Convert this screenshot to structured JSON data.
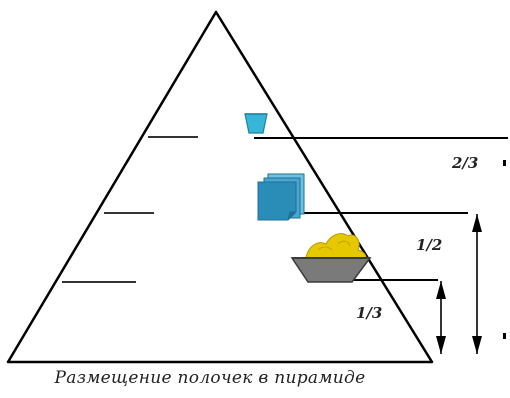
{
  "diagram": {
    "labels": {
      "two_thirds": "2/3",
      "one_half": "1/2",
      "one_third": "1/3"
    },
    "caption": "Размещение полочек в пирамиде"
  },
  "colors": {
    "outline": "#000000",
    "shelf": "#333333",
    "cup": "#38b6d8",
    "sheet_front": "#2a8db8",
    "sheet_back": "#6cc0e0",
    "bowl": "#7a7a7a",
    "fill": "#e6c800"
  },
  "icons": [
    "cup-icon",
    "paper-sheets-icon",
    "bowl-with-sand-icon",
    "double-arrow-icon"
  ]
}
